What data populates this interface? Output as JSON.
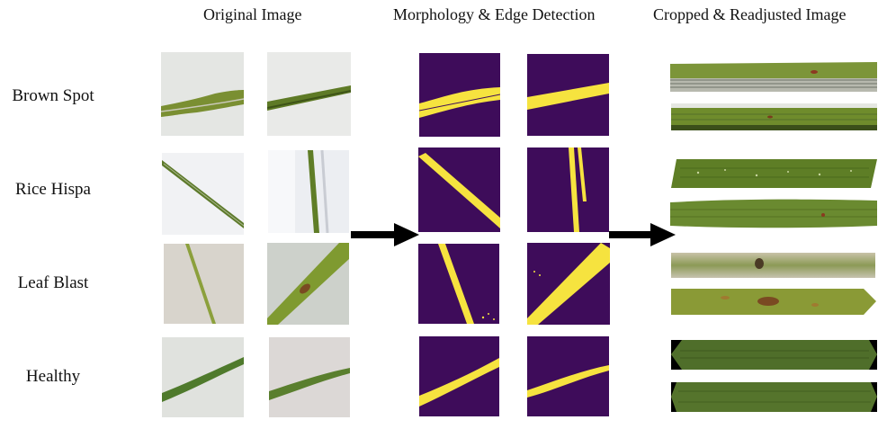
{
  "columns": {
    "original": "Original Image",
    "morphology": "Morphology & Edge Detection",
    "cropped": "Cropped & Readjusted Image"
  },
  "rows": [
    {
      "label": "Brown Spot"
    },
    {
      "label": "Rice Hispa"
    },
    {
      "label": "Leaf Blast"
    },
    {
      "label": "Healthy"
    }
  ],
  "colors": {
    "mask_background": "#3e0c5a",
    "mask_foreground": "#f6e33f",
    "leaf_green": "#6a8a2a",
    "paper_white": "#eef0ef",
    "arrow": "#000000"
  }
}
